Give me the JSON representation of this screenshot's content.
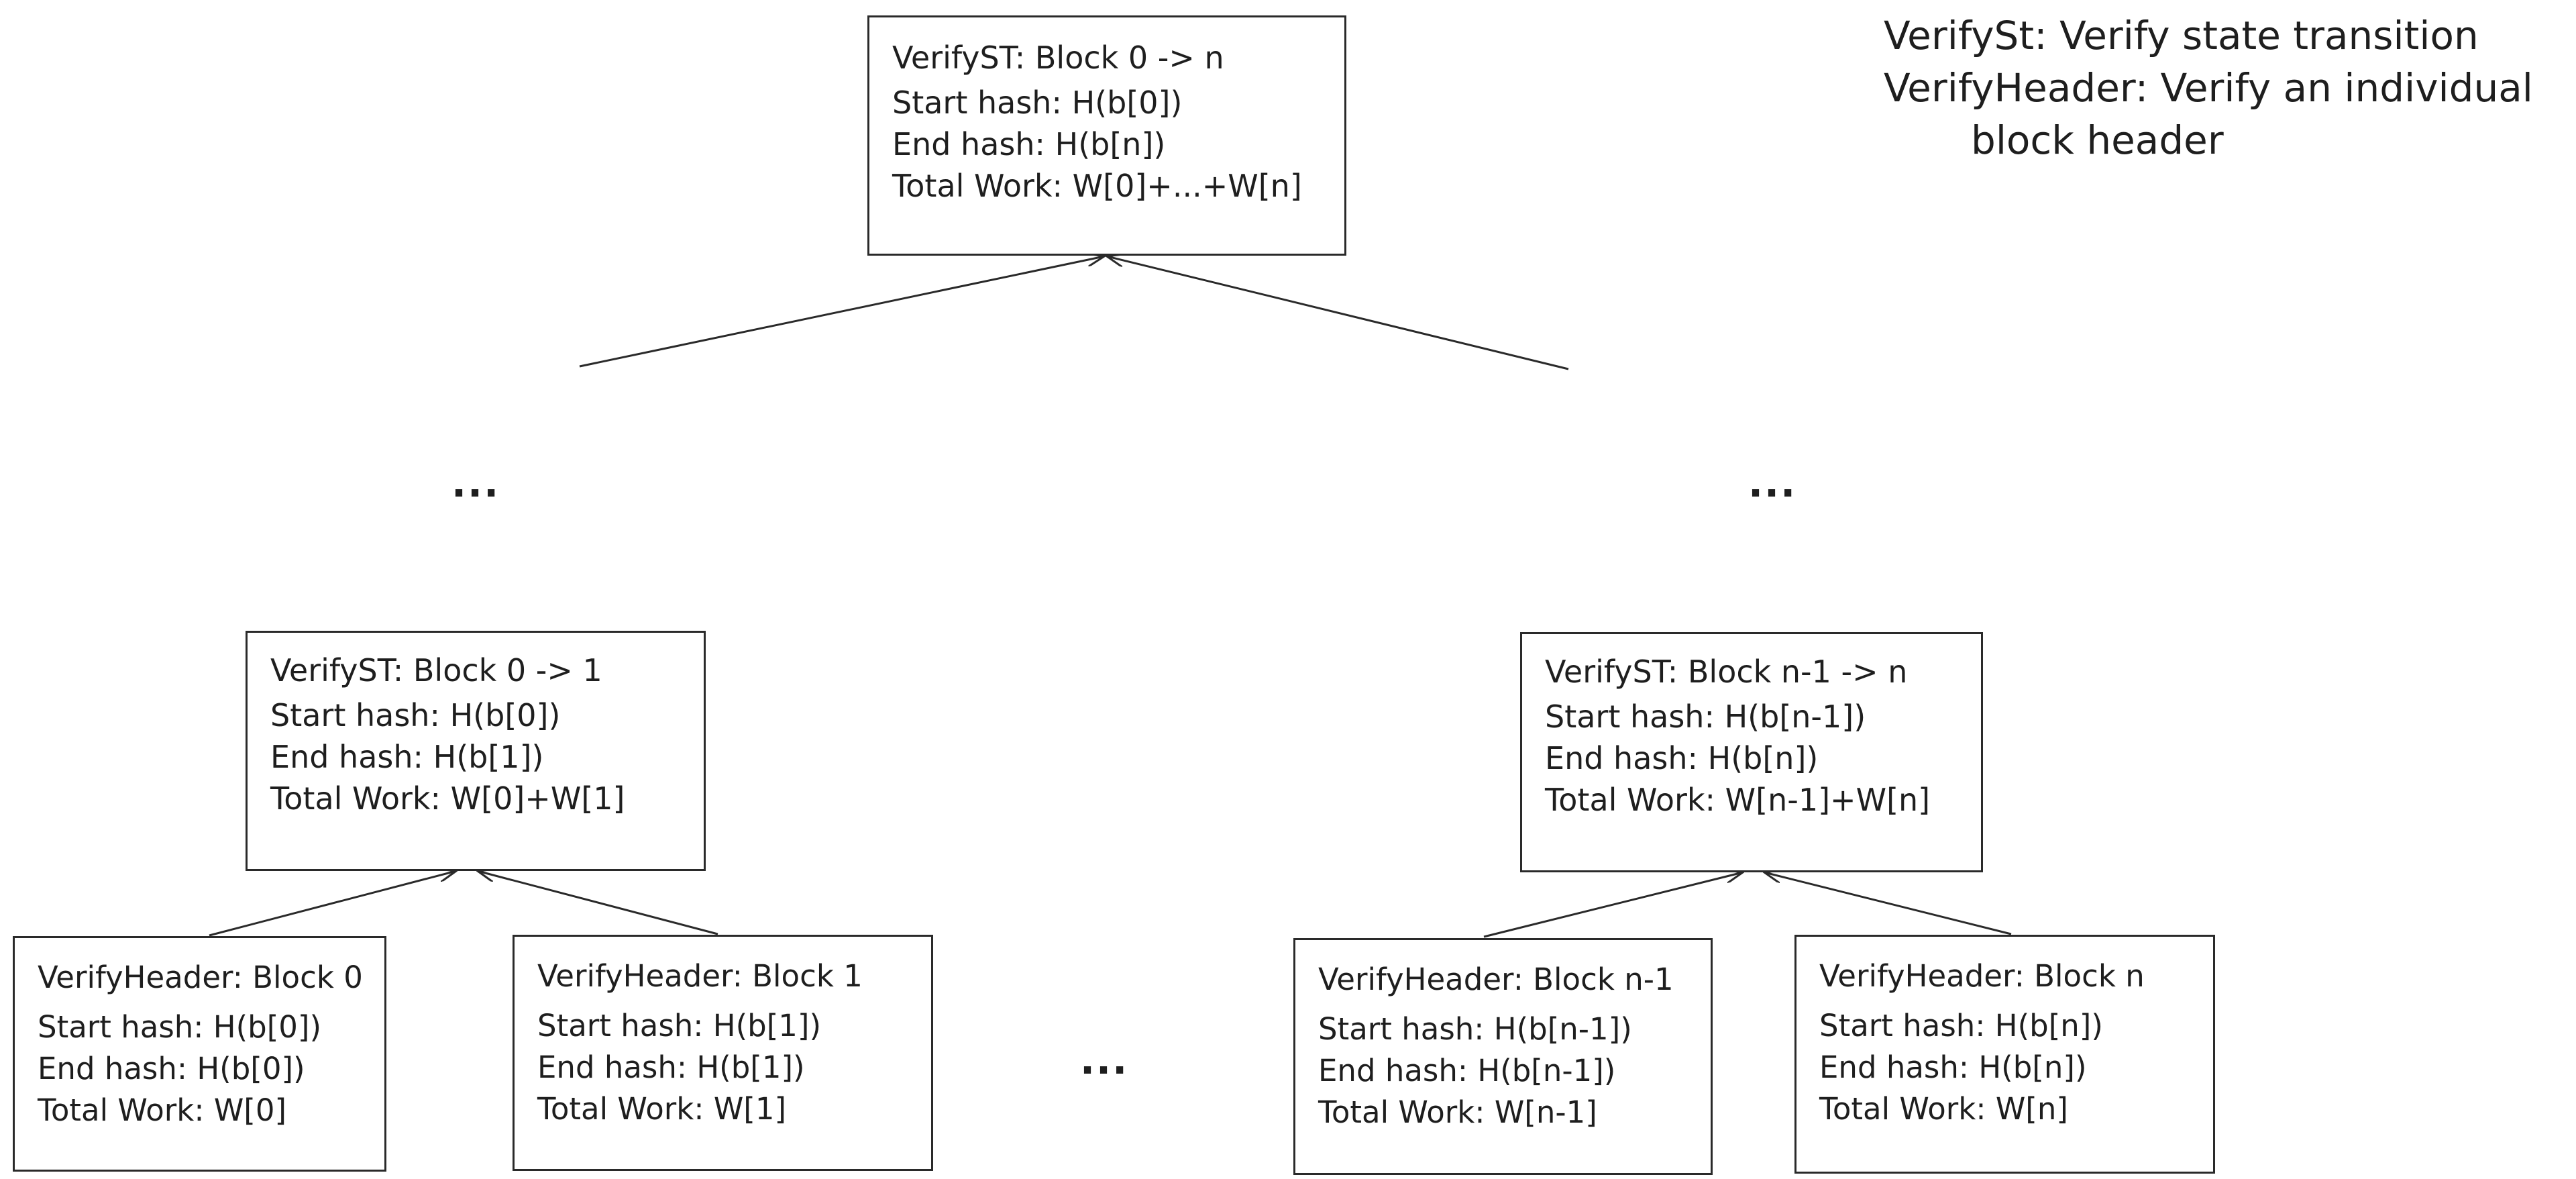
{
  "legend": {
    "line1": "VerifySt: Verify state transition",
    "line2": "VerifyHeader: Verify an individual",
    "line3": "block header"
  },
  "nodes": {
    "root": {
      "title": "VerifyST: Block 0 -> n",
      "start": "Start hash: H(b[0])",
      "end": "End hash: H(b[n])",
      "work": "Total Work: W[0]+...+W[n]"
    },
    "st_left": {
      "title": "VerifyST: Block 0 -> 1",
      "start": "Start hash: H(b[0])",
      "end": "End hash: H(b[1])",
      "work": "Total Work: W[0]+W[1]"
    },
    "st_right": {
      "title": "VerifyST: Block n-1 -> n",
      "start": "Start hash: H(b[n-1])",
      "end": "End hash: H(b[n])",
      "work": "Total Work: W[n-1]+W[n]"
    },
    "h0": {
      "title": "VerifyHeader: Block 0",
      "start": "Start hash: H(b[0])",
      "end": "End hash: H(b[0])",
      "work": "Total Work: W[0]"
    },
    "h1": {
      "title": "VerifyHeader: Block 1",
      "start": "Start hash: H(b[1])",
      "end": "End hash: H(b[1])",
      "work": "Total Work: W[1]"
    },
    "hn1": {
      "title": "VerifyHeader: Block n-1",
      "start": "Start hash: H(b[n-1])",
      "end": "End hash: H(b[n-1])",
      "work": "Total Work: W[n-1]"
    },
    "hn": {
      "title": "VerifyHeader: Block n",
      "start": "Start hash: H(b[n])",
      "end": "End hash: H(b[n])",
      "work": "Total Work: W[n]"
    }
  },
  "ellipses": {
    "left": "...",
    "right": "...",
    "bottom": "..."
  }
}
